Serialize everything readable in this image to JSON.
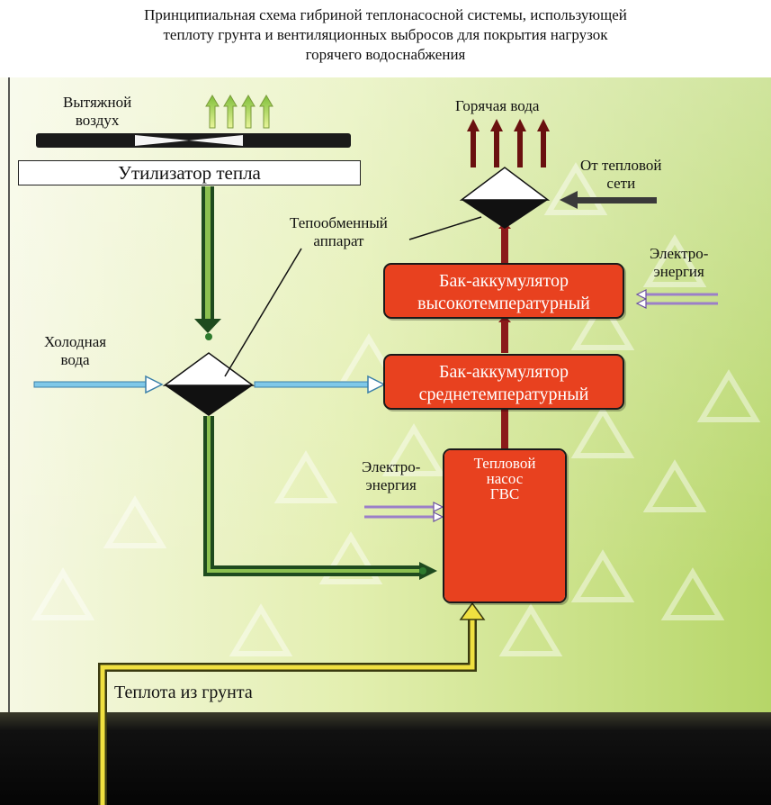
{
  "title": {
    "line1": "Принципиальная схема гибриной теплонасосной системы, использующей",
    "line2": "теплоту грунта и вентиляционных выбросов для покрытия нагрузок",
    "line3": "горячего водоснабжения"
  },
  "labels": {
    "exhaust_air_1": "Вытяжной",
    "exhaust_air_2": "воздух",
    "heat_recovery": "Утилизатор тепла",
    "heat_exchanger_1": "Тепообменный",
    "heat_exchanger_2": "аппарат",
    "cold_water_1": "Холодная",
    "cold_water_2": "вода",
    "hot_water": "Горячая вода",
    "district_heat_1": "От тепловой",
    "district_heat_2": "сети",
    "electricity_top_1": "Электро-",
    "electricity_top_2": "энергия",
    "electricity_hp_1": "Электро-",
    "electricity_hp_2": "энергия",
    "ground_heat": "Теплота из грунта"
  },
  "boxes": {
    "high_temp_1": "Бак-аккумулятор",
    "high_temp_2": "высокотемпературный",
    "mid_temp_1": "Бак-аккумулятор",
    "mid_temp_2": "среднетемпературный",
    "heat_pump_1": "Тепловой",
    "heat_pump_2": "насос",
    "heat_pump_3": "ГВС"
  },
  "colors": {
    "tank_fill": "#e8411f",
    "flow_dark_green": "#1e4a1e",
    "flow_red": "#8b1a1a",
    "cold_water_blue": "#7fc8e8",
    "ground_yellow": "#f0e040",
    "electricity_purple": "#9b7fc8",
    "ground_dark": "#111111"
  }
}
